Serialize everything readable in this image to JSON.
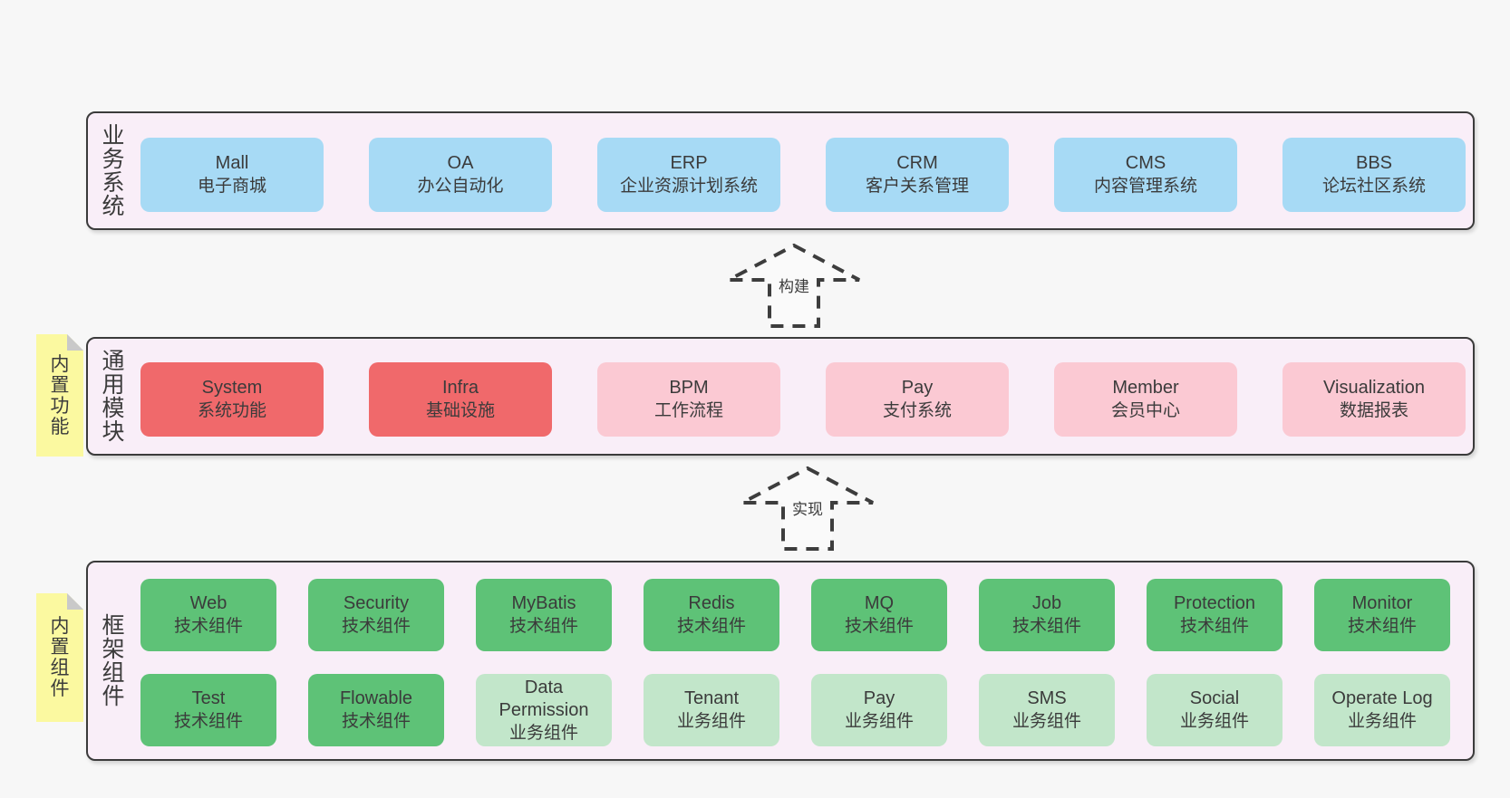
{
  "colors": {
    "page_bg": "#f7f7f7",
    "panel_bg": "#f9eef8",
    "panel_border": "#3b3b3b",
    "blue": "#a7daf5",
    "red": "#f0696b",
    "pink": "#fbc9d3",
    "green_dark": "#5ec277",
    "green_light": "#c2e6ca",
    "sticky_bg": "#fbf9a0",
    "sticky_fold": "#c9c9c9",
    "text": "#3b3b3b",
    "arrow": "#3d3d3d"
  },
  "business": {
    "label": "业务系统",
    "boxes": [
      {
        "title": "Mall",
        "subtitle": "电子商城"
      },
      {
        "title": "OA",
        "subtitle": "办公自动化"
      },
      {
        "title": "ERP",
        "subtitle": "企业资源计划系统"
      },
      {
        "title": "CRM",
        "subtitle": "客户关系管理"
      },
      {
        "title": "CMS",
        "subtitle": "内容管理系统"
      },
      {
        "title": "BBS",
        "subtitle": "论坛社区系统"
      }
    ]
  },
  "arrows": {
    "build": "构建",
    "implement": "实现"
  },
  "modules": {
    "label": "通用模块",
    "sticky": "内置功能",
    "boxes": [
      {
        "title": "System",
        "subtitle": "系统功能"
      },
      {
        "title": "Infra",
        "subtitle": "基础设施"
      },
      {
        "title": "BPM",
        "subtitle": "工作流程"
      },
      {
        "title": "Pay",
        "subtitle": "支付系统"
      },
      {
        "title": "Member",
        "subtitle": "会员中心"
      },
      {
        "title": "Visualization",
        "subtitle": "数据报表"
      }
    ]
  },
  "framework": {
    "label": "框架组件",
    "sticky": "内置组件",
    "row1": [
      {
        "title": "Web",
        "subtitle": "技术组件"
      },
      {
        "title": "Security",
        "subtitle": "技术组件"
      },
      {
        "title": "MyBatis",
        "subtitle": "技术组件"
      },
      {
        "title": "Redis",
        "subtitle": "技术组件"
      },
      {
        "title": "MQ",
        "subtitle": "技术组件"
      },
      {
        "title": "Job",
        "subtitle": "技术组件"
      },
      {
        "title": "Protection",
        "subtitle": "技术组件"
      },
      {
        "title": "Monitor",
        "subtitle": "技术组件"
      }
    ],
    "row2": [
      {
        "title": "Test",
        "subtitle": "技术组件"
      },
      {
        "title": "Flowable",
        "subtitle": "技术组件"
      },
      {
        "title": "Data Permission",
        "subtitle": "业务组件"
      },
      {
        "title": "Tenant",
        "subtitle": "业务组件"
      },
      {
        "title": "Pay",
        "subtitle": "业务组件"
      },
      {
        "title": "SMS",
        "subtitle": "业务组件"
      },
      {
        "title": "Social",
        "subtitle": "业务组件"
      },
      {
        "title": "Operate Log",
        "subtitle": "业务组件"
      }
    ]
  }
}
